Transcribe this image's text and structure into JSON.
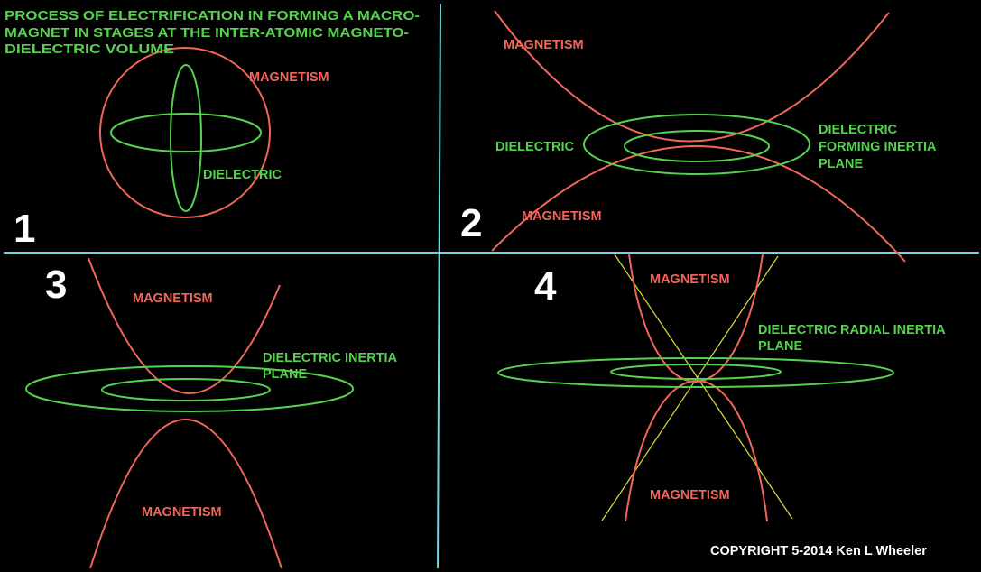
{
  "title_lines": [
    "PROCESS OF ELECTRIFICATION IN FORMING A MACRO-",
    "MAGNET IN STAGES AT THE INTER-ATOMIC MAGNETO-",
    "DIELECTRIC VOLUME"
  ],
  "panels": [
    {
      "number": "1",
      "labels": {
        "magnetism": "MAGNETISM",
        "dielectric": "DIELECTRIC"
      }
    },
    {
      "number": "2",
      "labels": {
        "magnetism_top": "MAGNETISM",
        "magnetism_bottom": "MAGNETISM",
        "dielectric": "DIELECTRIC",
        "forming_lines": [
          "DIELECTRIC",
          "FORMING INERTIA",
          "PLANE"
        ]
      }
    },
    {
      "number": "3",
      "labels": {
        "magnetism_top": "MAGNETISM",
        "magnetism_bottom": "MAGNETISM",
        "inertia_lines": [
          "DIELECTRIC INERTIA",
          "PLANE"
        ]
      }
    },
    {
      "number": "4",
      "labels": {
        "magnetism_top": "MAGNETISM",
        "magnetism_bottom": "MAGNETISM",
        "radial_lines": [
          "DIELECTRIC RADIAL INERTIA",
          "PLANE"
        ]
      }
    }
  ],
  "copyright": "COPYRIGHT 5-2014 Ken L Wheeler",
  "colors": {
    "background": "#000000",
    "magnetism": "#f0665b",
    "dielectric": "#55d24e",
    "divider": "#6fd6e0",
    "axis_lines": "#d8cf3a",
    "numbers": "#ffffff"
  }
}
